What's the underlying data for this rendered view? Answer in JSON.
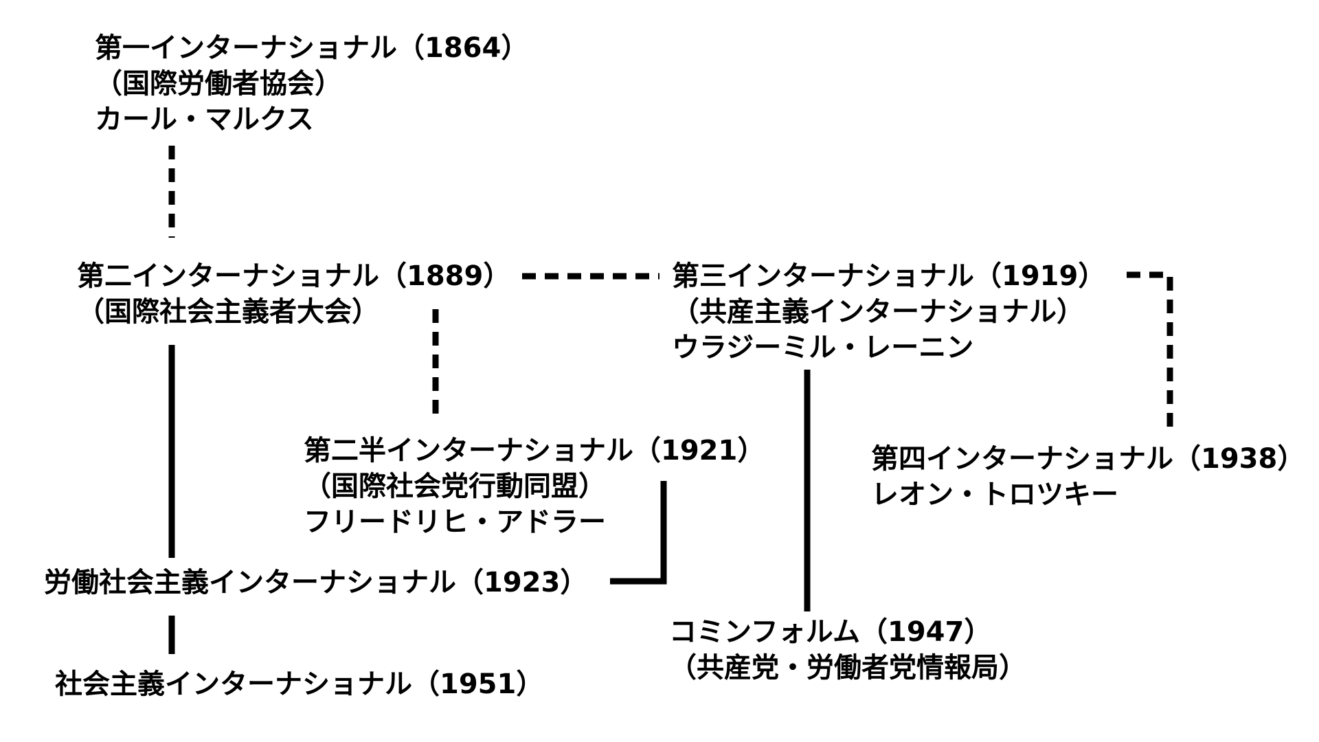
{
  "nodes": {
    "first": {
      "lines": [
        "第一インターナショナル（1864）",
        "（国際労働者協会）",
        "カール・マルクス"
      ]
    },
    "second": {
      "lines": [
        "第二インターナショナル（1889）",
        "（国際社会主義者大会）"
      ]
    },
    "third": {
      "lines": [
        "第三インターナショナル（1919）",
        "（共産主義インターナショナル）",
        "ウラジーミル・レーニン"
      ]
    },
    "second_half": {
      "lines": [
        "第二半インターナショナル（1921）",
        "（国際社会党行動同盟）",
        "フリードリヒ・アドラー"
      ]
    },
    "fourth": {
      "lines": [
        "第四インターナショナル（1938）",
        "レオン・トロツキー"
      ]
    },
    "lsi": {
      "lines": [
        "労働社会主義インターナショナル（1923）"
      ]
    },
    "cominform": {
      "lines": [
        "コミンフォルム（1947）",
        "（共産党・労働者党情報局）"
      ]
    },
    "si": {
      "lines": [
        "社会主義インターナショナル（1951）"
      ]
    }
  }
}
